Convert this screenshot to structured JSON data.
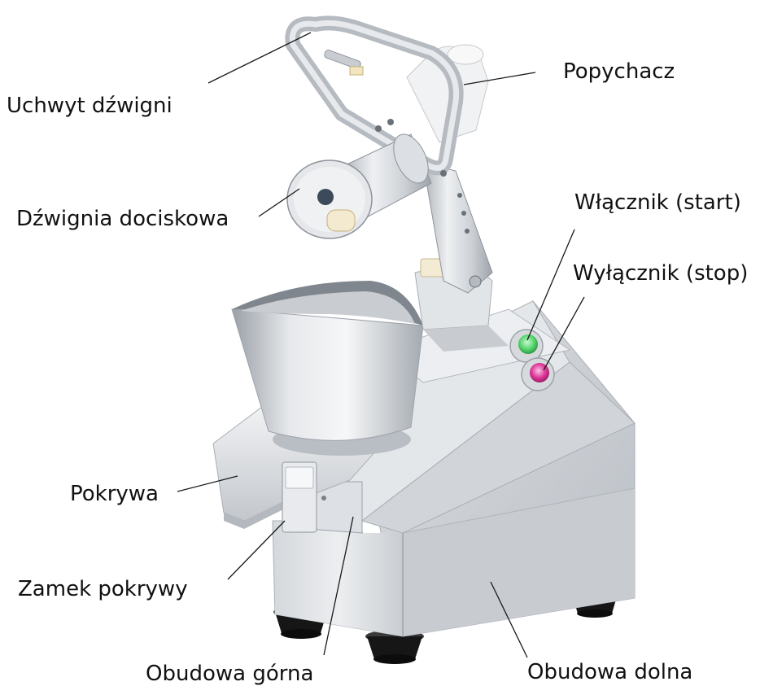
{
  "diagram": {
    "labels": {
      "uchwyt_dzwigni": "Uchwyt dźwigni",
      "popychacz": "Popychacz",
      "dzwignia_dociskowa": "Dźwignia dociskowa",
      "wlacznik": "Włącznik (start)",
      "wylacznik": "Wyłącznik (stop)",
      "pokrywa": "Pokrywa",
      "zamek_pokrywy": "Zamek pokrywy",
      "obudowa_gorna": "Obudowa górna",
      "obudowa_dolna": "Obudowa dolna"
    },
    "colors": {
      "background": "#ffffff",
      "text": "#111111",
      "leader_line": "#1a1a1a",
      "steel_light": "#e9ebee",
      "steel_mid": "#c4c8ce",
      "steel_dark": "#8e949b",
      "foot": "#161616",
      "start_button": "#58d66e",
      "stop_button": "#e0369a"
    }
  }
}
